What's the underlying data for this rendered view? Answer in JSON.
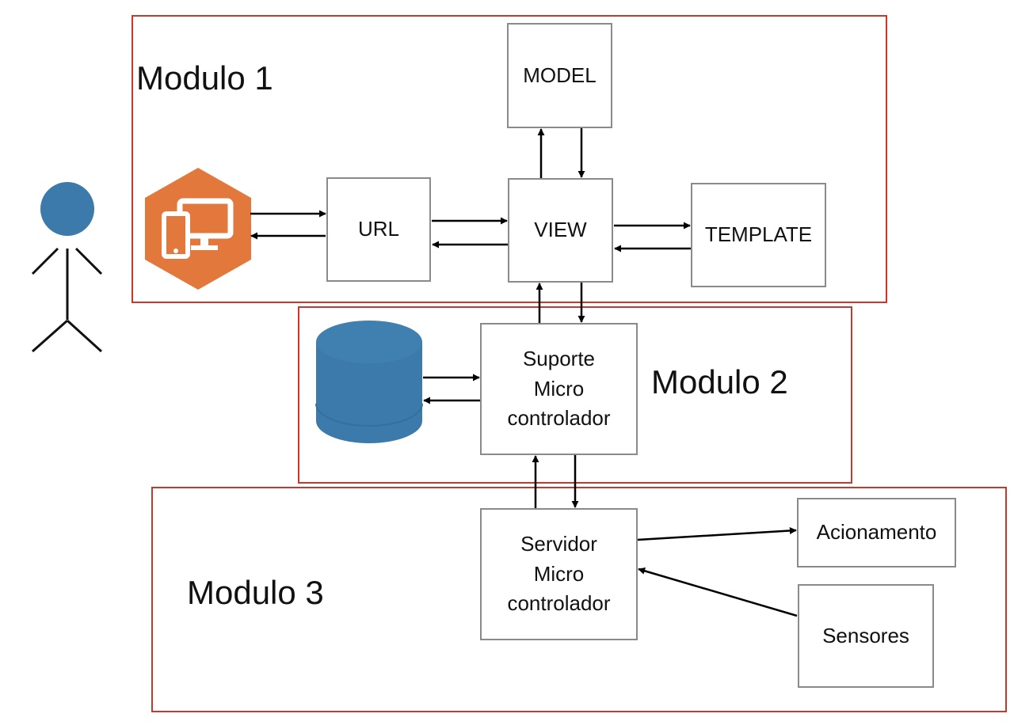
{
  "modules": {
    "m1": {
      "title": "Modulo 1"
    },
    "m2": {
      "title": "Modulo 2"
    },
    "m3": {
      "title": "Modulo 3"
    }
  },
  "nodes": {
    "model": {
      "label": "MODEL"
    },
    "url": {
      "label": "URL"
    },
    "view": {
      "label": "VIEW"
    },
    "template": {
      "label": "TEMPLATE"
    },
    "suporte": {
      "lines": [
        "Suporte",
        "Micro",
        "controlador"
      ]
    },
    "servidor": {
      "lines": [
        "Servidor",
        "Micro",
        "controlador"
      ]
    },
    "acionamento": {
      "label": "Acionamento"
    },
    "sensores": {
      "label": "Sensores"
    }
  },
  "icons": {
    "actor": "user-stick-figure-icon",
    "client": "devices-hexagon-icon",
    "database": "database-cylinder-icon"
  },
  "colors": {
    "module_border": "#c63a2e",
    "box_border": "#8a8a8a",
    "actor_fill": "#3b7aaa",
    "database_fill": "#3b7aaa",
    "client_fill": "#e2783b"
  }
}
